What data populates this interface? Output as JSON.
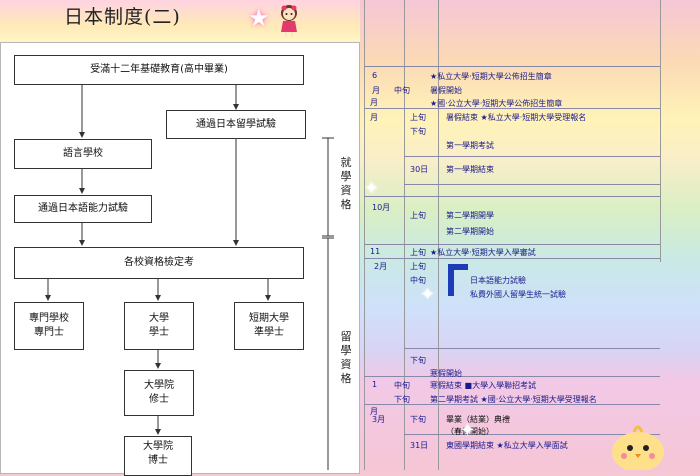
{
  "slide": {
    "title": "日本制度(二)",
    "flowchart": {
      "start": "受滿十二年基礎教育(高中畢業)",
      "exam_eju": "通過日本留學試驗",
      "language_school": "語言學校",
      "jlpt": "通過日本語能力試驗",
      "entrance": "各校資格檢定考",
      "vocational": [
        "專門學校",
        "專門士"
      ],
      "university": [
        "大學",
        "學士"
      ],
      "junior_college": [
        "短期大學",
        "準學士"
      ],
      "master": [
        "大學院",
        "修士"
      ],
      "doctor": [
        "大學院",
        "博士"
      ],
      "side_label_1": "就學資格",
      "side_label_2": "留學資格"
    }
  },
  "schedule": {
    "rows": [
      {
        "month": "6",
        "month2": "月",
        "month3": "月",
        "period": "中旬",
        "lines": [
          "★私立大學‧短期大學公佈招生簡章",
          "暑假開始",
          "★國‧公立大學‧短期大學公佈招生簡章"
        ]
      },
      {
        "month": "月",
        "period": "上旬",
        "lines": [
          "暑假結束 ★私立大學‧短期大學受理報名"
        ]
      },
      {
        "period": "下旬",
        "lines": [
          "第一學期考試"
        ]
      },
      {
        "period": "30日",
        "lines": [
          "第一學期結束"
        ]
      },
      {
        "month": "10月",
        "period": "上旬",
        "lines": [
          "第二學期開學",
          "第二學期開始"
        ]
      },
      {
        "month": "11",
        "period": "上旬",
        "lines": [
          "★私立大學‧短期大學入學審試"
        ]
      },
      {
        "month": "2月",
        "period": "上旬",
        "lines": []
      },
      {
        "period": "中旬",
        "lines": [
          "日本語能力試驗",
          "私費外國人留學生統一試驗"
        ]
      },
      {
        "period": "下旬",
        "lines": [
          "寒假開始"
        ]
      },
      {
        "month": "1",
        "month2": "月",
        "period": "中旬",
        "lines": [
          "寒假結束 ■大學入學聯招考試"
        ]
      },
      {
        "period": "下旬",
        "lines": [
          "第二學期考試 ★國‧公立大學‧短期大學受理報名"
        ]
      },
      {
        "month": "3月",
        "period": "下旬",
        "lines": [
          "畢業（結業）典禮",
          "（春假開始）"
        ]
      },
      {
        "period": "31日",
        "lines": [
          "東國學期結束 ★私立大學入學面試"
        ]
      }
    ]
  },
  "colors": {
    "table_text": "#1a1a8c",
    "bar": "#1e3bb8",
    "border": "#333333"
  }
}
